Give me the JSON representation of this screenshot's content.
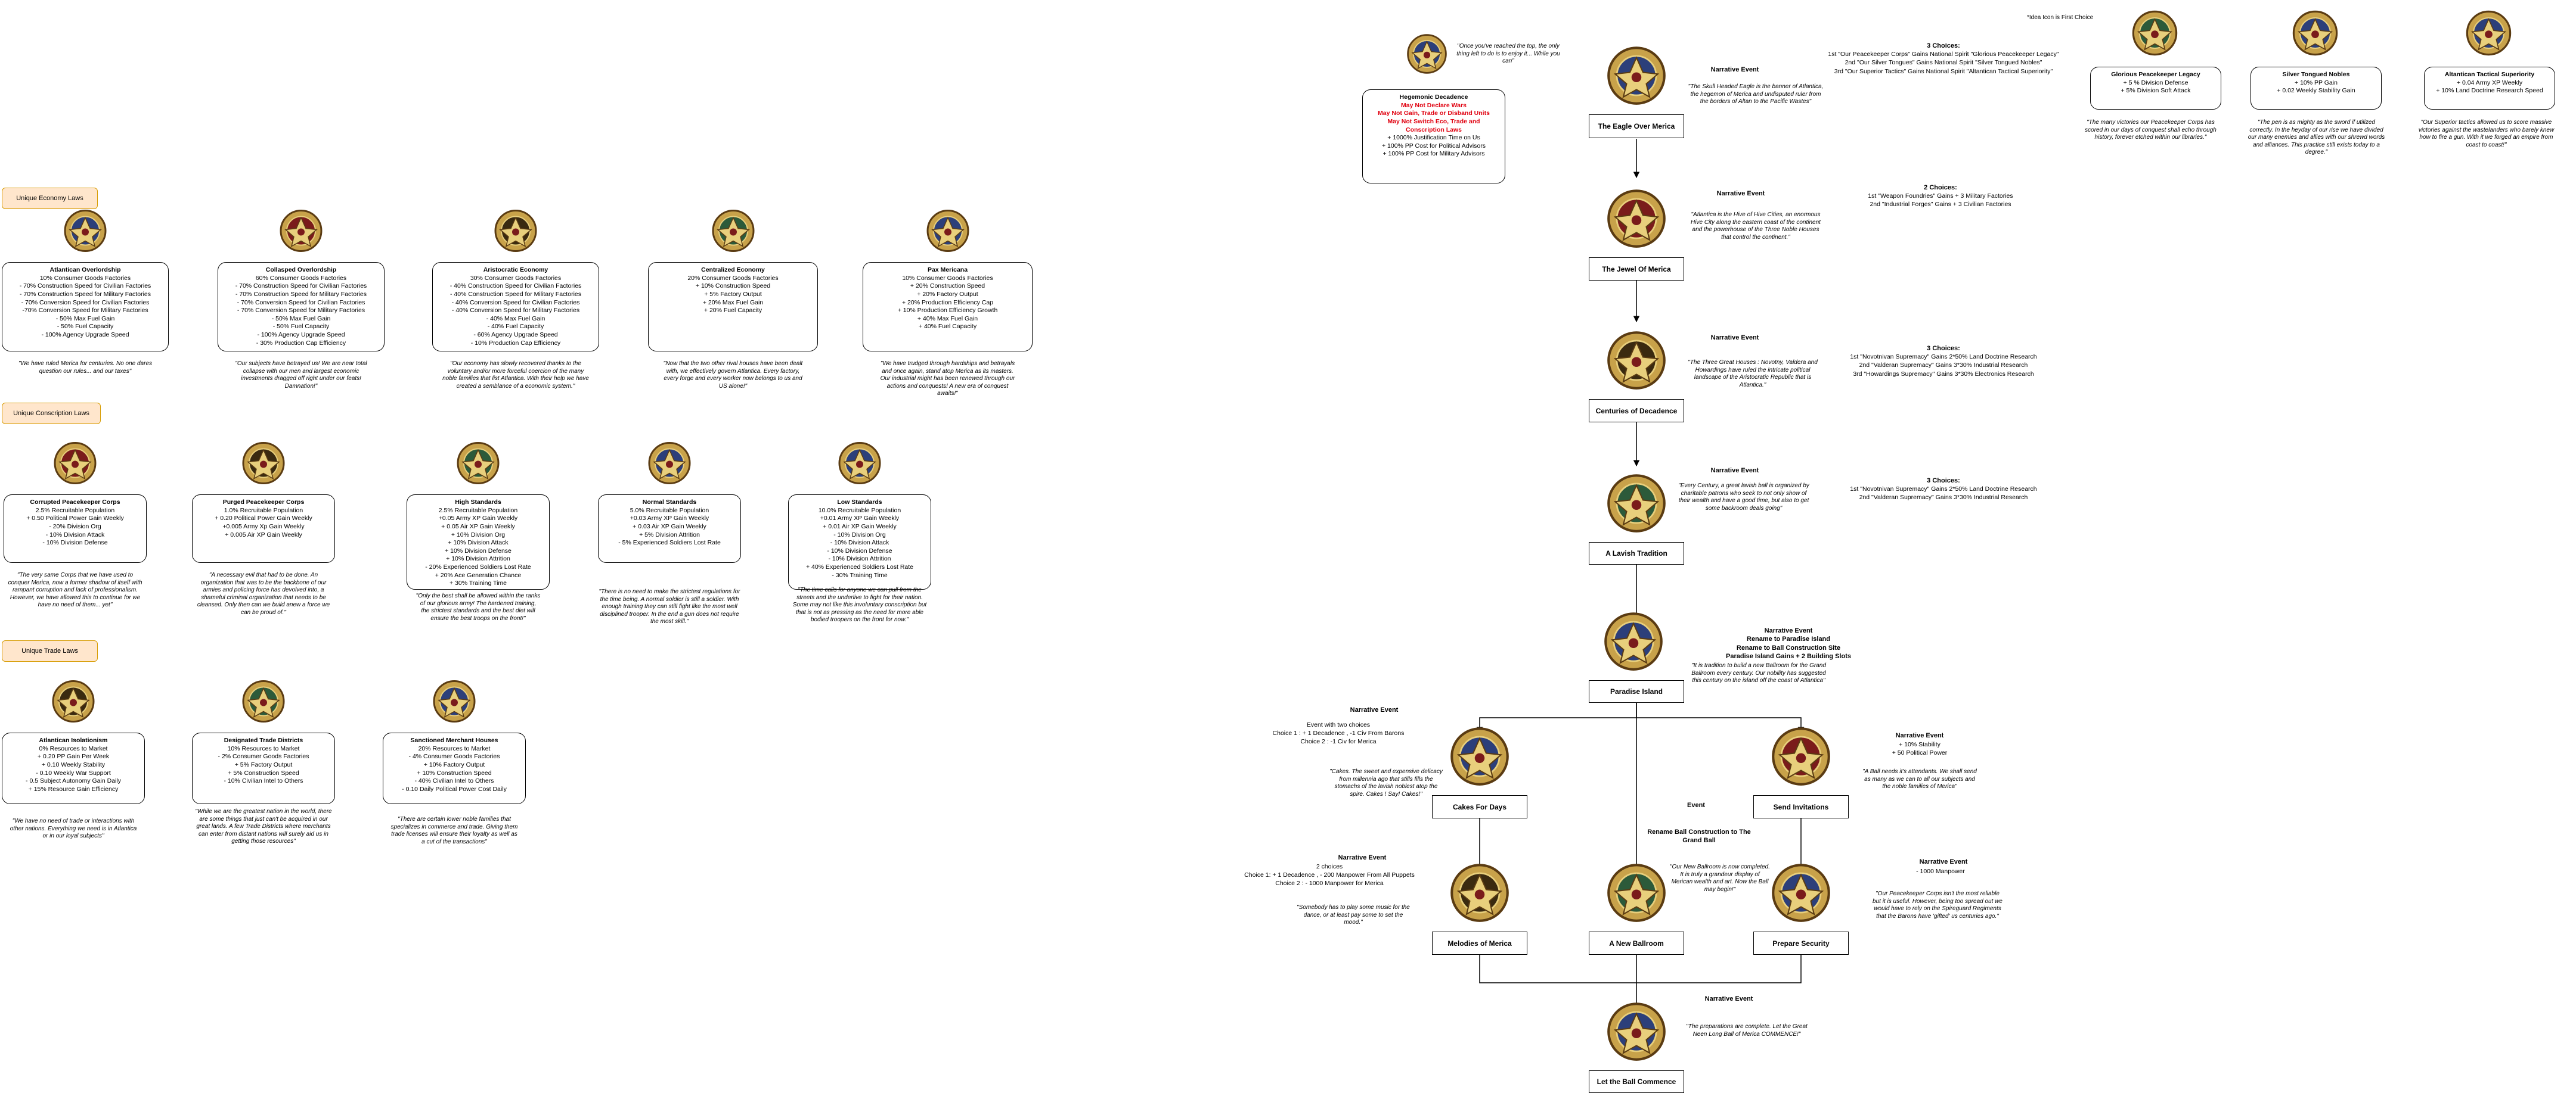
{
  "categories": {
    "economy": "Unique Economy Laws",
    "conscription": "Unique Conscription Laws",
    "trade": "Unique Trade Laws"
  },
  "economy_laws": [
    {
      "title": "Atlantican Overlordship",
      "lines": [
        "10% Consumer Goods Factories",
        "- 70% Construction Speed for Civilian Factories",
        "- 70% Construction Speed for Military Factories",
        "- 70% Conversion Speed for Civilian Factories",
        "-70% Conversion Speed for Military Factories",
        "- 50% Max Fuel Gain",
        "- 50% Fuel Capacity",
        "- 100% Agency Upgrade Speed"
      ],
      "quote": "\"We have ruled Merica for centuries. No one dares question our rules... and our taxes\""
    },
    {
      "title": "Collasped Overlordship",
      "lines": [
        "60% Consumer Goods Factories",
        "- 70% Construction Speed for Civilian Factories",
        "- 70% Construction Speed for Military Factories",
        "- 70% Conversion Speed for Civilian Factories",
        "- 70% Conversion Speed for Military Factories",
        "- 50% Max Fuel Gain",
        "- 50% Fuel Capacity",
        "- 100% Agency Upgrade Speed",
        "- 30% Production Cap Efficiency"
      ],
      "quote": "\"Our subjects have betrayed us! We are near total collapse with our men and largest economic investments dragged off right under our feats! Damnation!\""
    },
    {
      "title": "Aristocratic Economy",
      "lines": [
        "30% Consumer Goods Factories",
        "- 40% Construction Speed for Civilian Factories",
        "- 40% Construction Speed for Military Factories",
        "- 40% Conversion Speed for Civilian Factories",
        "- 40% Conversion Speed for Military Factories",
        "- 40% Max Fuel Gain",
        "- 40% Fuel Capacity",
        "- 60% Agency Upgrade Speed",
        "- 10% Production Cap Efficiency"
      ],
      "quote": "\"Our economy has slowly recovered thanks to the voluntary and/or more forceful coercion of the many noble families that list Atlantica. With their help we have created a semblance of a economic system.\""
    },
    {
      "title": "Centralized Economy",
      "lines": [
        "20% Consumer Goods Factories",
        "+ 10% Construction Speed",
        "+ 5% Factory Output",
        "+ 20% Max Fuel Gain",
        "+ 20% Fuel Capacity"
      ],
      "quote": "\"Now that the two other rival houses have been dealt with, we effectively govern Atlantica. Every factory, every forge and every worker now belongs to us and US alone!\""
    },
    {
      "title": "Pax Mericana",
      "lines": [
        "10% Consumer Goods Factories",
        "+ 20% Construction Speed",
        "+ 20% Factory Output",
        "+ 20% Production Efficiency Cap",
        "+ 10% Production Efficiency Growth",
        "+ 40% Max Fuel Gain",
        "+ 40% Fuel Capacity"
      ],
      "quote": "\"We have trudged through hardships and betrayals and once again, stand atop Merica as its masters. Our industrial might has been renewed through our actions and conquests! A new era of conquest awaits!\""
    }
  ],
  "conscription_laws": [
    {
      "title": "Corrupted Peacekeeper Corps",
      "lines": [
        "2.5% Recruitable Population",
        "+ 0.50 Political Power Gain Weekly",
        "- 20% Division Org",
        "- 10% Division Attack",
        "- 10% Division Defense"
      ],
      "quote": "\"The very same Corps that we have used to conquer Merica, now a former shadow of itself with rampant corruption and lack of professionalism. However, we have allowed this to continue for we have no need of them... yet\""
    },
    {
      "title": "Purged Peacekeeper Corps",
      "lines": [
        "1.0% Recruitable Population",
        "+ 0.20 Political Power Gain Weekly",
        "+0.005 Army Xp Gain Weekly",
        "+ 0.005 Air XP Gain Weekly"
      ],
      "quote": "\"A necessary evil that had to be done. An organization that was to be the backbone of our armies and policing force has devolved into, a shameful criminal organization that needs to be cleansed. Only then can we build anew a force we can be proud of.\""
    },
    {
      "title": "High Standards",
      "lines": [
        "2.5% Recruitable Population",
        "+0.05 Army XP Gain Weekly",
        "+ 0.05 Air XP Gain Weekly",
        "+ 10% Division Org",
        "+ 10% Division Attack",
        "+ 10% Division Defense",
        "+ 10% Division Attrition",
        "- 20% Experienced Soldiers Lost Rate",
        "+ 20% Ace Generation Chance",
        "+ 30% Training Time"
      ],
      "quote": "\"Only the best shall be allowed within the ranks of our glorious army! The hardened training, the strictest standards and the best diet will ensure the best troops on the front!\""
    },
    {
      "title": "Normal Standards",
      "lines": [
        "5.0% Recruitable Population",
        "+0.03 Army XP Gain Weekly",
        "+ 0.03 Air XP Gain Weekly",
        "+ 5% Division Attrition",
        "- 5% Experienced Soldiers Lost Rate"
      ],
      "quote": "\"There is no need to make the strictest regulations for the time being. A normal soldier is still a soldier. With enough training they can still fight like the most well disciplined trooper. In the end a gun does not require the most skill.\""
    },
    {
      "title": "Low Standards",
      "lines": [
        "10.0% Recruitable Population",
        "+0.01 Army XP Gain Weekly",
        "+ 0.01 Air XP Gain Weekly",
        "- 10% Division Org",
        "- 10% Division Attack",
        "- 10% Division Defense",
        "- 10% Division Attrition",
        "+ 40% Experienced Soldiers Lost Rate",
        "- 30% Training Time"
      ],
      "quote": "\"The time calls for anyone we can pull from the streets and the underlive to fight for their nation. Some may not like this involuntary conscription but that is not as pressing as the need for more able bodied troopers on the front for now.\""
    }
  ],
  "trade_laws": [
    {
      "title": "Atlantican Isolationism",
      "lines": [
        "0% Resources to Market",
        "+ 0.20 PP Gain Per Week",
        "+ 0.10 Weekly Stability",
        "- 0.10 Weekly War Support",
        "- 0.5 Subject Autonomy Gain Daily",
        "+ 15% Resource Gain Efficiency"
      ],
      "quote": "\"We have no need of trade or interactions with other nations. Everything we need is in Atlantica or in our loyal subjects\""
    },
    {
      "title": "Designated Trade Districts",
      "lines": [
        "10% Resources to Market",
        "- 2% Consumer Goods Factories",
        "+ 5% Factory Output",
        "+ 5% Construction Speed",
        "- 10% Civilian Intel to Others"
      ],
      "quote": "\"While we are the greatest nation in the world, there are some things that just can't be acquired in our great lands. A few Trade Districts where merchants can enter from distant nations will surely aid us in getting those resources\""
    },
    {
      "title": "Sanctioned Merchant Houses",
      "lines": [
        "20% Resources to Market",
        "- 4% Consumer Goods Factories",
        "+ 10% Factory Output",
        "+ 10% Construction Speed",
        "- 40% Civilian Intel to Others",
        "- 0.10 Daily Political Power Cost Daily"
      ],
      "quote": "\"There are certain lower noble families that specializes in commerce and trade. Giving them trade licenses will ensure their loyalty as well as a cut of the transactions\""
    }
  ],
  "hegemonic": {
    "quote": "\"Once you've reached the top, the only thing left to do is to enjoy it... While you can\"",
    "title": "Hegemonic Decadence",
    "red": [
      "May Not Declare Wars",
      "May Not Gain, Trade or Disband Units",
      "May Not Switch Eco, Trade and Conscription Laws"
    ],
    "lines": [
      "+ 1000% Justification Time on Us",
      "+ 100% PP Cost for Political Advisors",
      "+ 100% PP Cost for Military Advisors"
    ]
  },
  "idea_note": "*Idea Icon is First Choice",
  "events": {
    "eagle": {
      "node": "The Eagle Over Merica",
      "label": "Narrative Event",
      "quote": "\"The Skull Headed Eagle is the banner of Atlantica, the hegemon of Merica and undisputed ruler from the borders of Altan to the Pacific Wastes\"",
      "choices_title": "3 Choices:",
      "choices": [
        "1st \"Our Peacekeeper Corps\" Gains National Spirit \"Glorious Peacekeeper Legacy\"",
        "2nd \"Our Silver Tongues\" Gains National Spirit \"Silver Tongued Nobles\"",
        "3rd \"Our Superior Tactics\" Gains National Spirit \"Altantican Tactical Superiority\""
      ]
    },
    "jewel": {
      "node": "The Jewel Of Merica",
      "label": "Narrative Event",
      "quote": "\"Atlantica is the Hive of Hive Cities, an enormous Hive City along the eastern coast of the continent and the powerhouse of the Three Noble Houses that control the continent.\"",
      "choices_title": "2 Choices:",
      "choices": [
        "1st \"Weapon Foundries\" Gains + 3 Military Factories",
        "2nd \"Industrial Forges\" Gains + 3 Civilian Factories"
      ]
    },
    "centuries": {
      "node": "Centuries of Decadence",
      "label": "Narrative Event",
      "quote": "\"The Three Great Houses : Novotny, Valdera and Howardings have ruled the intricate political landscape of the Aristocratic Republic that is Atlantica.\"",
      "choices_title": "3 Choices:",
      "choices": [
        "1st \"Novotnivan Supremacy\" Gains 2*50% Land Doctrine Research",
        "2nd \"Valderan Supremacy\" Gains 3*30% Industrial Research",
        "3rd \"Howardings Supremacy\"  Gains 3*30% Electronics Research"
      ]
    },
    "lavish": {
      "node": "A Lavish Tradition",
      "label": "Narrative Event",
      "quote": "\"Every Century, a great lavish ball is organized by charitable patrons who seek to not only show of their wealth and have a good time, but also to get some backroom deals going\"",
      "choices_title": "3 Choices:",
      "choices": [
        "1st \"Novotnivan Supremacy\" Gains 2*50% Land Doctrine Research",
        "2nd \"Valderan Supremacy\" Gains 3*30% Industrial Research"
      ]
    },
    "paradise": {
      "node": "Paradise Island",
      "label_lines": [
        "Narrative Event",
        "Rename to Paradise Island",
        "Rename to Ball Construction Site",
        "Paradise Island Gains + 2 Building Slots"
      ],
      "quote": "\"It is tradition to build a new Ballroom for the Grand Ballroom every century. Our nobility has suggested this century on the island off the coast of Atlantica\""
    },
    "cakes": {
      "node": "Cakes For Days",
      "label": "Narrative Event",
      "choices": [
        "Event with two choices",
        "Choice 1 : + 1 Decadence , -1 Civ From Barons",
        "Choice 2 : -1 Civ for Merica"
      ],
      "quote": "\"Cakes. The sweet and expensive delicacy from millennia ago that stills fills the stomachs of the lavish noblest atop the spire. Cakes ! Say! Cakes!\""
    },
    "invitations": {
      "node": "Send Invitations",
      "label": "Narrative Event",
      "choices": [
        "+ 10% Stability",
        "+ 50 Political Power"
      ],
      "quote": "\"A Ball needs it's attendants. We shall send as many as we can to all our subjects and the noble families of Merica\""
    },
    "ballroom_label": [
      "Event",
      "Rename Ball Construction to The Grand Ball"
    ],
    "melodies": {
      "node": "Melodies of Merica",
      "label": "Narrative Event",
      "choices": [
        "2 choices",
        "Choice 1: + 1 Decadence , - 200 Manpower From All Puppets",
        "Choice 2 : - 1000 Manpower for Merica"
      ],
      "quote": "\"Somebody has to play some music for the dance, or at least pay some to set the mood.\""
    },
    "ballroom": {
      "node": "A New Ballroom",
      "quote": "\"Our New Ballroom is now completed. It is truly a grandeur display of Merican wealth and art. Now the Ball may begin!\""
    },
    "security": {
      "node": "Prepare Security",
      "label": "Narrative Event",
      "choices": [
        "- 1000 Manpower"
      ],
      "quote": "\"Our Peacekeeper Corps isn't the most reliable but it is useful. However, being too spread out we would have to rely on the Spireguard Regiments that the Barons have 'gifted' us centuries ago.\""
    },
    "letball": {
      "node": "Let the Ball Commence",
      "label": "Narrative Event",
      "quote": "\"The preparations are complete. Let the Great Neen Long Ball of Merica COMMENCE!\""
    }
  },
  "spirits": [
    {
      "title": "Glorious Peacekeeper Legacy",
      "lines": [
        "+ 5 % Division Defense",
        "+ 5% Division Soft Attack"
      ],
      "quote": "\"The many victories our Peacekeeper Corps has scored in our days of conquest shall echo through history, forever etched within our libraries.\""
    },
    {
      "title": "Silver Tongued Nobles",
      "lines": [
        "+ 10% PP Gain",
        "+ 0.02 Weekly Stability Gain"
      ],
      "quote": "\"The pen is as mighty as the sword if utilized correctly. In the heyday of our rise we have divided our many enemies and allies with our shrewd words and alliances. This practice still exists today to a degree.\""
    },
    {
      "title": "Altantican Tactical Superiority",
      "lines": [
        "+ 0.04 Army XP Weekly",
        "+ 10% Land Doctrine Research Speed"
      ],
      "quote": "\"Our Superior tactics allowed us to score massive victories against the wastelanders who barely knew how to fire a gun. With it we forged an empire from coast to coast!\""
    }
  ]
}
